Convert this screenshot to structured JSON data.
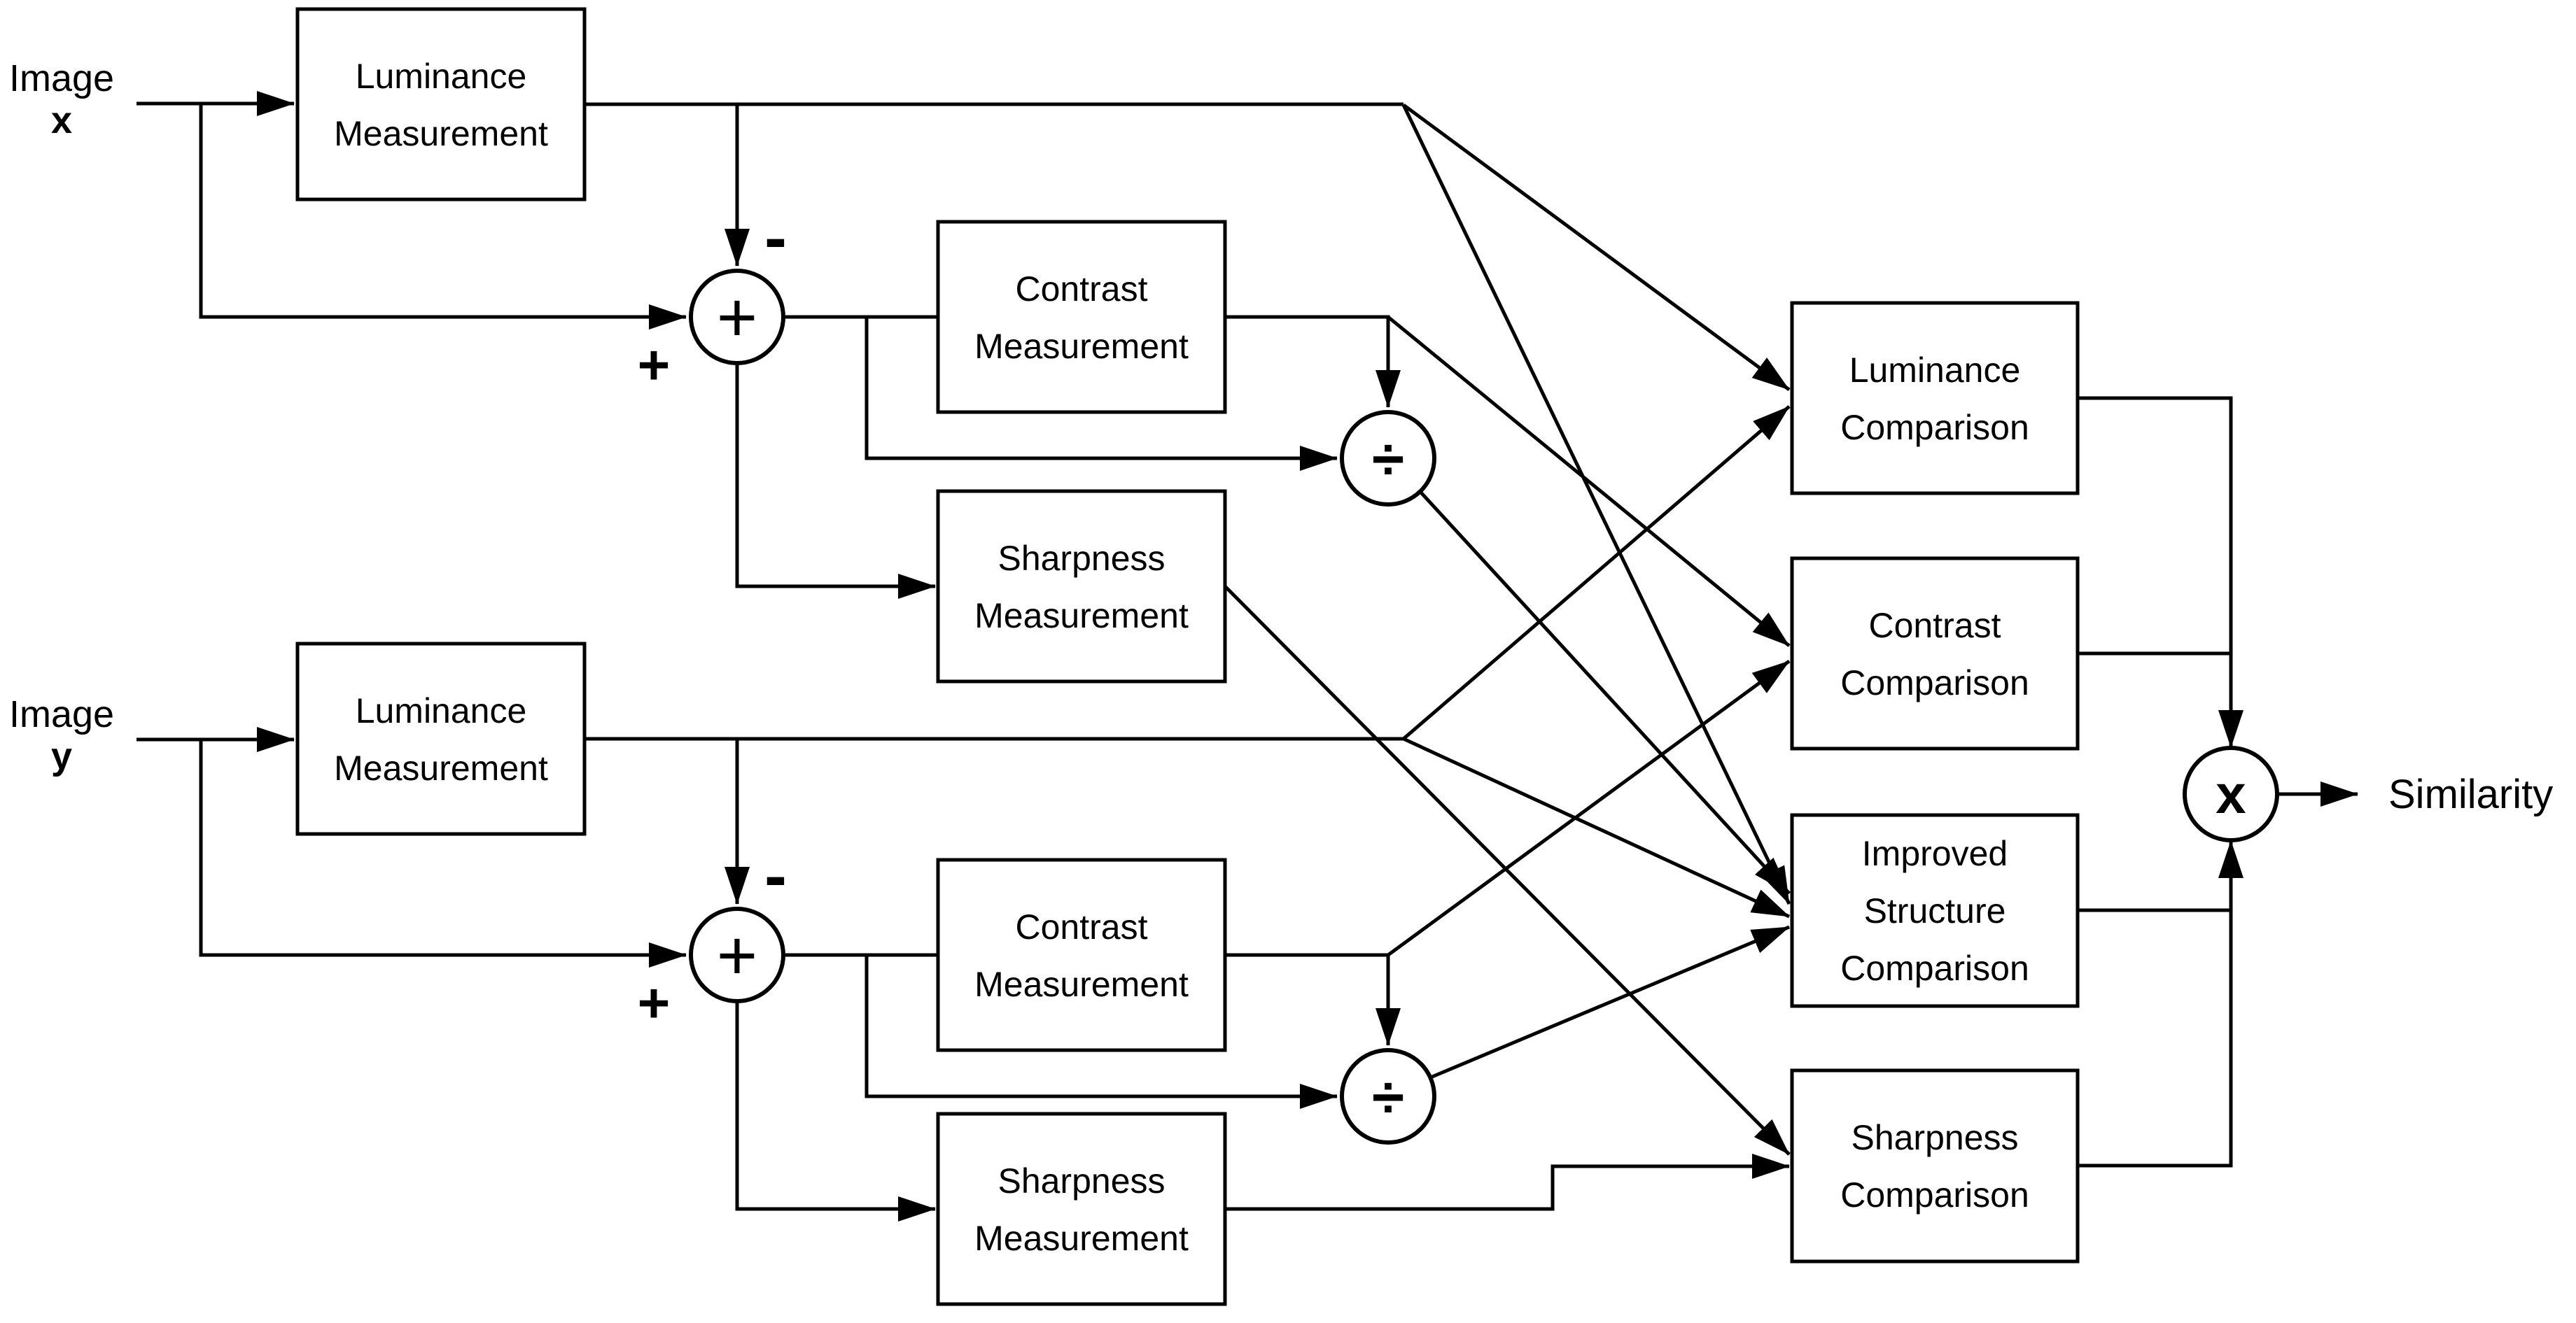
{
  "diagram": {
    "colors": {
      "line": "#000000",
      "background": "#ffffff"
    },
    "input_x": {
      "label": "Image",
      "symbol": "x"
    },
    "input_y": {
      "label": "Image",
      "symbol": "y"
    },
    "output_label": "Similarity",
    "boxes": {
      "lum_meas_x": {
        "line1": "Luminance",
        "line2": "Measurement"
      },
      "contrast_meas_x": {
        "line1": "Contrast",
        "line2": "Measurement"
      },
      "sharp_meas_x": {
        "line1": "Sharpness",
        "line2": "Measurement"
      },
      "lum_meas_y": {
        "line1": "Luminance",
        "line2": "Measurement"
      },
      "contrast_meas_y": {
        "line1": "Contrast",
        "line2": "Measurement"
      },
      "sharp_meas_y": {
        "line1": "Sharpness",
        "line2": "Measurement"
      },
      "lum_comp": {
        "line1": "Luminance",
        "line2": "Comparison"
      },
      "contrast_comp": {
        "line1": "Contrast",
        "line2": "Comparison"
      },
      "struct_comp": {
        "line1": "Improved",
        "line2": "Structure",
        "line3": "Comparison"
      },
      "sharp_comp": {
        "line1": "Sharpness",
        "line2": "Comparison"
      }
    },
    "operators": {
      "adder_x": "+",
      "adder_y": "+",
      "divider_x": "÷",
      "divider_y": "÷",
      "multiplier": "x"
    },
    "port_signs": {
      "adder_x_minus": "-",
      "adder_x_plus": "+",
      "adder_y_minus": "-",
      "adder_y_plus": "+"
    }
  }
}
